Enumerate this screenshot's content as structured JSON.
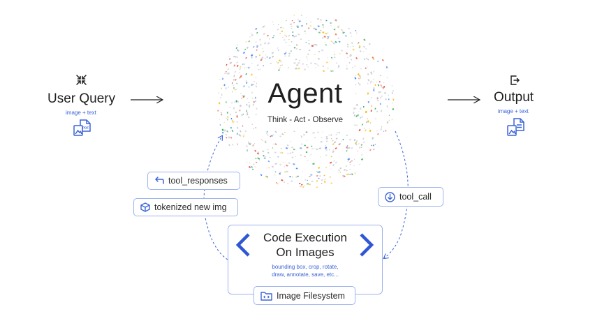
{
  "input": {
    "title": "User Query",
    "subtitle": "image + text"
  },
  "output": {
    "title": "Output",
    "subtitle": "image + text"
  },
  "agent": {
    "title": "Agent",
    "subtitle": "Think - Act - Observe"
  },
  "chips": {
    "tool_responses": "tool_responses",
    "tokenized_img": "tokenized new img",
    "tool_call": "tool_call",
    "filesystem": "Image Filesystem"
  },
  "code_execution": {
    "title_line1": "Code Execution",
    "title_line2": "On Images",
    "desc_line1": "bounding box, crop, rotate,",
    "desc_line2": "draw, annotate, save, etc..."
  },
  "colors": {
    "accent": "#3b63d9",
    "chip_border": "#9eb4ef",
    "text": "#1f1f1f",
    "dots": [
      "#4285f4",
      "#ea4335",
      "#fbbc05",
      "#34a853",
      "#c5c8ce"
    ]
  },
  "icons": {
    "input_top": "collapse-arrows-icon",
    "input_bottom": "pdf-image-files-icon",
    "output_top": "exit-box-icon",
    "output_bottom": "doc-image-files-icon",
    "tool_responses": "return-arrow-icon",
    "tokenized_img": "cube-icon",
    "tool_call": "download-circle-icon",
    "filesystem": "folder-code-icon",
    "code_left": "chevron-left-icon",
    "code_right": "chevron-right-icon"
  }
}
